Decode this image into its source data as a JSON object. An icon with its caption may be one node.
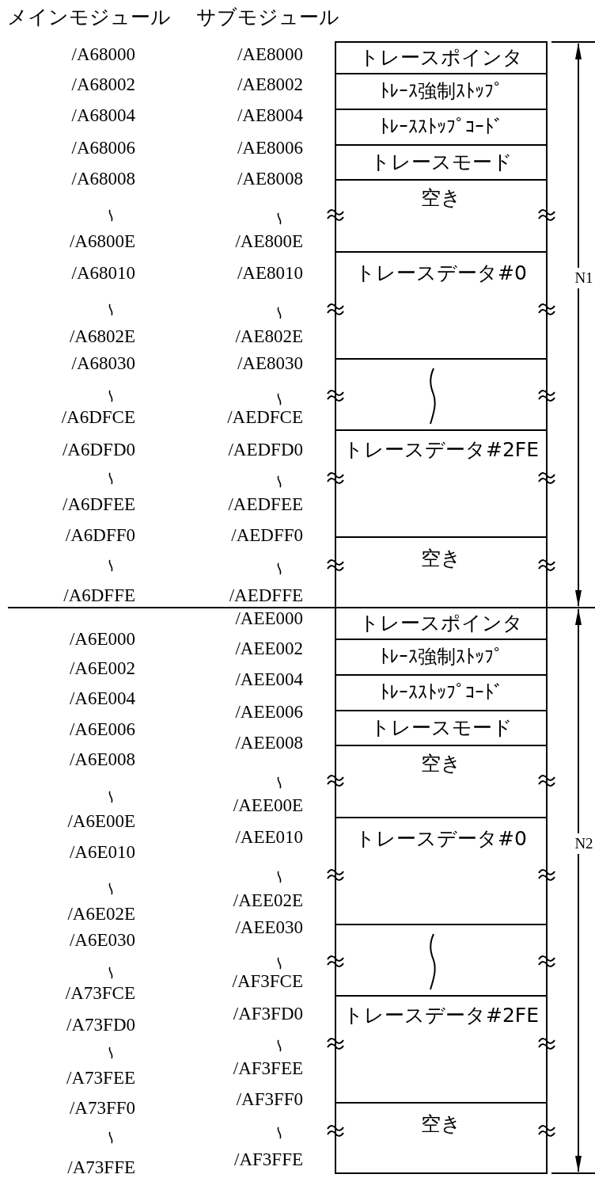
{
  "diagram": {
    "nodes": [
      {
        "text": [
          "トレースポインタ"
        ]
      },
      {
        "text": [
          "ﾄﾚｰｽ強制ｽﾄｯﾌﾟ"
        ]
      },
      {
        "text": [
          "ﾄﾚｰｽｽﾄｯﾌﾟｺｰﾄﾞ"
        ]
      },
      {
        "text": [
          "トレースモード"
        ]
      },
      {
        "text": [
          "空き"
        ]
      },
      {
        "text": [
          "トレースデータ#0"
        ]
      },
      {
        "text": [],
        "shape": "box"
      },
      {
        "text": [
          "トレースデータ#2FE"
        ]
      },
      {
        "text": [
          "空き"
        ]
      },
      {
        "text": [
          "トレースポインタ"
        ]
      },
      {
        "text": [
          "ﾄﾚｰｽ強制ｽﾄｯﾌﾟ"
        ]
      },
      {
        "text": [
          "ﾄﾚｰｽｽﾄｯﾌﾟｺｰﾄﾞ"
        ]
      },
      {
        "text": [
          "トレースモード"
        ]
      },
      {
        "text": [
          "空き"
        ]
      },
      {
        "text": [
          "トレースデータ#0"
        ]
      },
      {
        "text": [],
        "shape": "box"
      },
      {
        "text": [
          "トレースデータ#2FE"
        ]
      },
      {
        "text": [
          "空き"
        ]
      }
    ],
    "labels": [
      "メインモジュール",
      "サブモジュール",
      "/A68000",
      "/AE8000",
      "/A68002",
      "/AE8002",
      "/A68004",
      "/AE8004",
      "/A68006",
      "/AE8006",
      "/A68008",
      "/AE8008",
      "/A6800E",
      "/AE800E",
      "/A68010",
      "/AE8010",
      "/A6802E",
      "/AE802E",
      "/A68030",
      "/AE8030",
      "/A6DFCE",
      "/AEDFCE",
      "/A6DFD0",
      "/AEDFD0",
      "/A6DFEE",
      "/AEDFEE",
      "/A6DFF0",
      "/AEDFF0",
      "/A6DFFE",
      "/AEDFFE",
      "N1",
      "/A6E000",
      "/AEE000",
      "/A6E002",
      "/AEE002",
      "/A6E004",
      "/AEE004",
      "/A6E006",
      "/AEE006",
      "/A6E008",
      "/AEE008",
      "/A6E00E",
      "/AEE00E",
      "/A6E010",
      "/AEE010",
      "/A6E02E",
      "/AEE02E",
      "/A6E030",
      "/AEE030",
      "/A73FCE",
      "/AF3FCE",
      "/A73FD0",
      "/AF3FD0",
      "/A73FEE",
      "/AF3FEE",
      "/A73FF0",
      "/AF3FF0",
      "/A73FFE",
      "/AF3FFE",
      "N2"
    ]
  }
}
